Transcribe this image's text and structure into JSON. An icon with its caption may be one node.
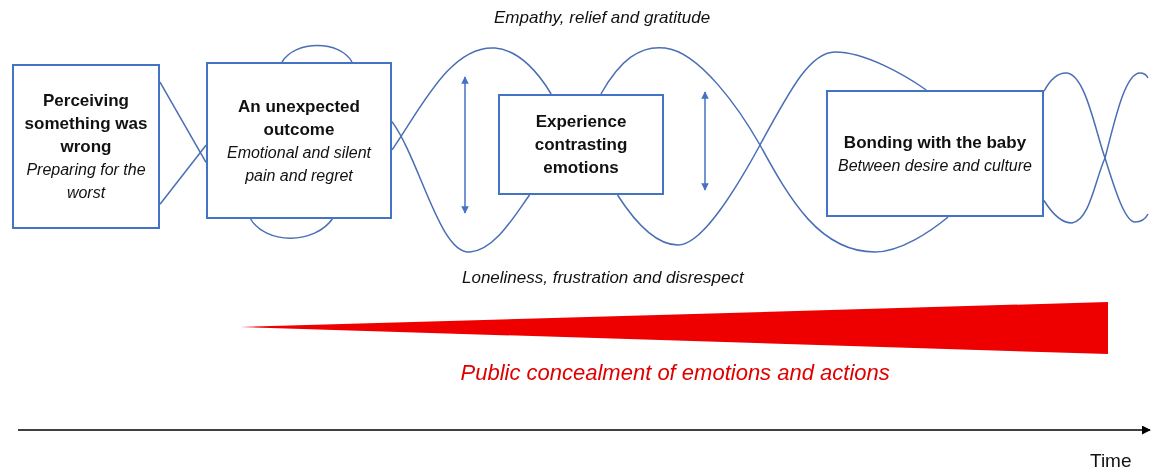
{
  "diagram": {
    "nodes": [
      {
        "text": [
          "Perceiving something was wrong",
          "Preparing for the worst"
        ]
      },
      {
        "text": [
          "An unexpected outcome",
          "Emotional and silent pain and regret"
        ]
      },
      {
        "text": [
          "Experience contrasting emotions"
        ]
      },
      {
        "text": [
          "Bonding with the baby",
          "Between desire and culture"
        ]
      },
      {
        "text": [],
        "shape": "triangle",
        "beside": [
          "Public concealment of emotions and actions"
        ]
      }
    ],
    "edges": [
      {
        "from": 0,
        "to": 1,
        "arrow": "none"
      },
      {
        "from": 0,
        "to": 1,
        "arrow": "none"
      },
      {
        "from": 1,
        "to": 2,
        "arrow": "none"
      },
      {
        "from": 1,
        "to": 2,
        "arrow": "none"
      },
      {
        "from": 2,
        "to": 3,
        "arrow": "none"
      },
      {
        "from": 2,
        "to": 3,
        "arrow": "none"
      },
      {
        "from": 3,
        "to": null,
        "arrow": "none"
      },
      {
        "from": 3,
        "to": null,
        "arrow": "none"
      }
    ],
    "labels": [
      "Empathy, relief and gratitude",
      "Loneliness, frustration and disrespect",
      "Time"
    ]
  }
}
